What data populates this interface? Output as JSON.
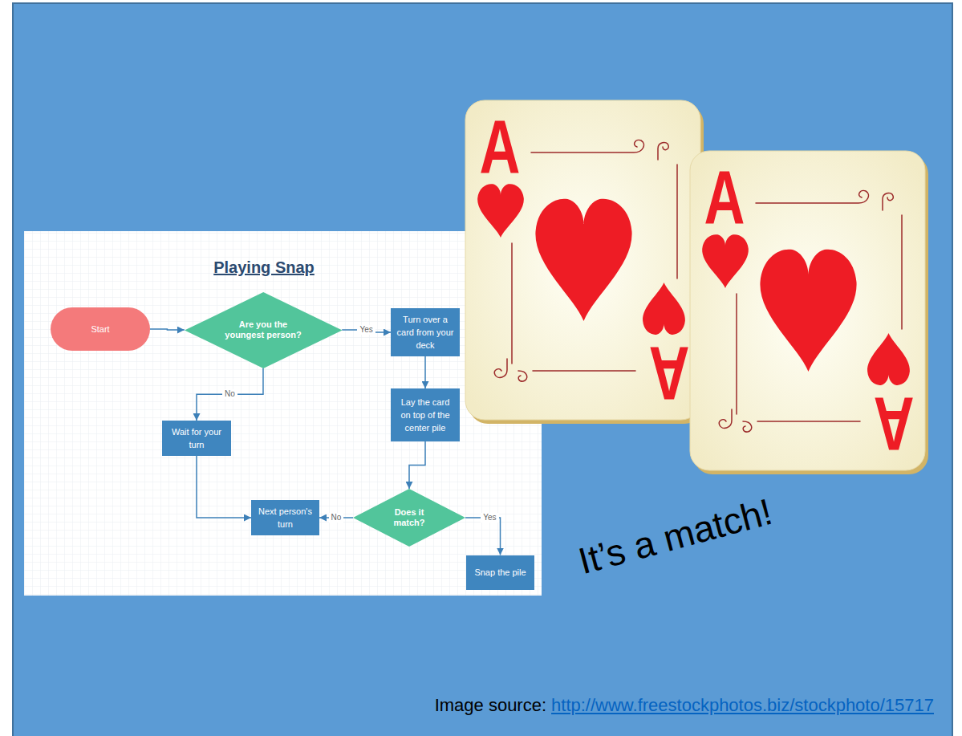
{
  "diagram": {
    "title": "Playing Snap",
    "nodes": [
      {
        "text": [
          "Start"
        ]
      },
      {
        "text": [
          "Are you the youngest person?"
        ]
      },
      {
        "text": [
          "Turn over a card from your deck"
        ]
      },
      {
        "text": [
          "Lay the card on top of the center pile"
        ]
      },
      {
        "text": [
          "Wait for your turn"
        ]
      },
      {
        "text": [
          "Does it match?"
        ]
      },
      {
        "text": [
          "Next person's turn"
        ]
      },
      {
        "text": [
          "Snap the pile"
        ]
      }
    ],
    "edges": [
      {
        "from": 0,
        "to": 1,
        "arrow": "to"
      },
      {
        "from": 1,
        "to": 2,
        "label": "Yes",
        "arrow": "to"
      },
      {
        "from": 1,
        "to": 4,
        "label": "No",
        "arrow": "to"
      },
      {
        "from": 2,
        "to": 3,
        "arrow": "to"
      },
      {
        "from": 3,
        "to": 5,
        "arrow": "to"
      },
      {
        "from": 4,
        "to": 6,
        "arrow": "to"
      },
      {
        "from": 5,
        "to": 6,
        "label": "No",
        "arrow": "to"
      },
      {
        "from": 5,
        "to": 7,
        "label": "Yes",
        "arrow": "to"
      }
    ],
    "labels": [
      "A",
      "A",
      "A",
      "A",
      "It’s a match!",
      "Image source:",
      "http://www.freestockphotos.biz/stockphoto/15717"
    ]
  }
}
